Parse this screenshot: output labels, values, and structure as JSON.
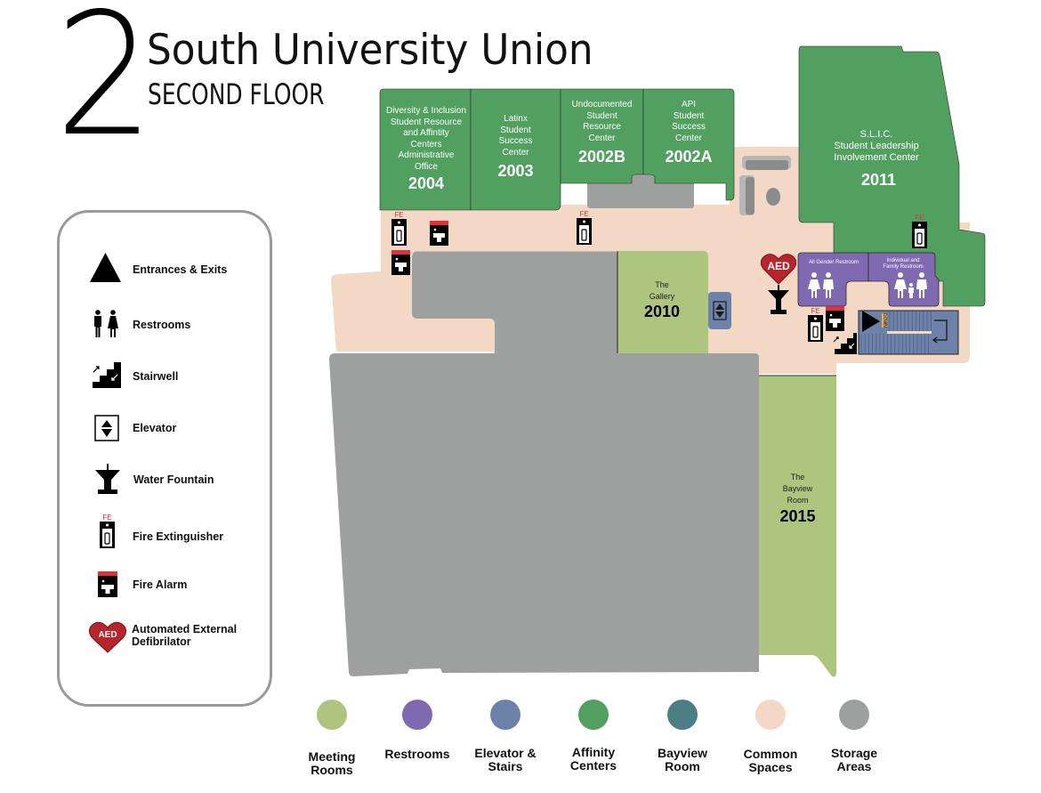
{
  "header": {
    "floor_number": "2",
    "building_name": "South University Union",
    "floor_name": "SECOND FLOOR"
  },
  "rooms": [
    {
      "id": "2004",
      "name": "Diversity & Inclusion Student Resource and Affintity Centers Administrative Office",
      "lines": [
        "Diversity & Inclusion",
        "Student Resource",
        "and Affintity",
        "Centers",
        "Administrative",
        "Office"
      ],
      "number": "2004",
      "category": "Affinity Centers"
    },
    {
      "id": "2003",
      "lines": [
        "Latinx",
        "Student",
        "Success",
        "Center"
      ],
      "number": "2003",
      "category": "Affinity Centers"
    },
    {
      "id": "2002B",
      "lines": [
        "Undocumented",
        "Student",
        "Resource",
        "Center"
      ],
      "number": "2002B",
      "category": "Affinity Centers"
    },
    {
      "id": "2002A",
      "lines": [
        "API",
        "Student",
        "Success",
        "Center"
      ],
      "number": "2002A",
      "category": "Affinity Centers"
    },
    {
      "id": "2011",
      "lines": [
        "S.L.I.C.",
        "Student Leadership",
        "Involvement Center"
      ],
      "number": "2011",
      "category": "Affinity Centers"
    },
    {
      "id": "2010",
      "lines": [
        "The",
        "Gallery"
      ],
      "number": "2010",
      "category": "Meeting Rooms"
    },
    {
      "id": "2015",
      "lines": [
        "The",
        "Bayview",
        "Room"
      ],
      "number": "2015",
      "category": "Meeting Rooms"
    }
  ],
  "restrooms": {
    "all_gender": "All Gender Restroom",
    "family": [
      "Individual and",
      "Family Restroom"
    ]
  },
  "markers": {
    "fe_label": "FE",
    "aed_label": "AED",
    "stairs_down": "DOWN"
  },
  "legend": {
    "items": [
      {
        "icon": "entrance-triangle-icon",
        "label": "Entrances & Exits"
      },
      {
        "icon": "restroom-icon",
        "label": "Restrooms"
      },
      {
        "icon": "stairwell-icon",
        "label": "Stairwell"
      },
      {
        "icon": "elevator-icon",
        "label": "Elevator"
      },
      {
        "icon": "water-fountain-icon",
        "label": "Water Fountain"
      },
      {
        "icon": "fire-extinguisher-icon",
        "label": "Fire Extinguisher"
      },
      {
        "icon": "fire-alarm-icon",
        "label": "Fire Alarm"
      },
      {
        "icon": "aed-icon",
        "label": "Automated External Defibrilator"
      }
    ]
  },
  "color_key": [
    {
      "label_lines": [
        "Meeting",
        "Rooms"
      ],
      "color": "#adc57f"
    },
    {
      "label_lines": [
        "Restrooms"
      ],
      "color": "#7f69b0"
    },
    {
      "label_lines": [
        "Elevator &",
        "Stairs"
      ],
      "color": "#6e82a9"
    },
    {
      "label_lines": [
        "Affinity",
        "Centers"
      ],
      "color": "#51a05f"
    },
    {
      "label_lines": [
        "Bayview",
        "Room"
      ],
      "color": "#4b7f86"
    },
    {
      "label_lines": [
        "Common",
        "Spaces"
      ],
      "color": "#f4d8c6"
    },
    {
      "label_lines": [
        "Storage",
        "Areas"
      ],
      "color": "#9da09f"
    }
  ],
  "colors": {
    "affinity": "#51a05f",
    "meeting": "#adc57f",
    "restroom": "#7f69b0",
    "elevator": "#6e82a9",
    "common": "#f4d8c6",
    "storage": "#9da09f",
    "alarm_red": "#e03040",
    "aed_red": "#b8242c"
  }
}
